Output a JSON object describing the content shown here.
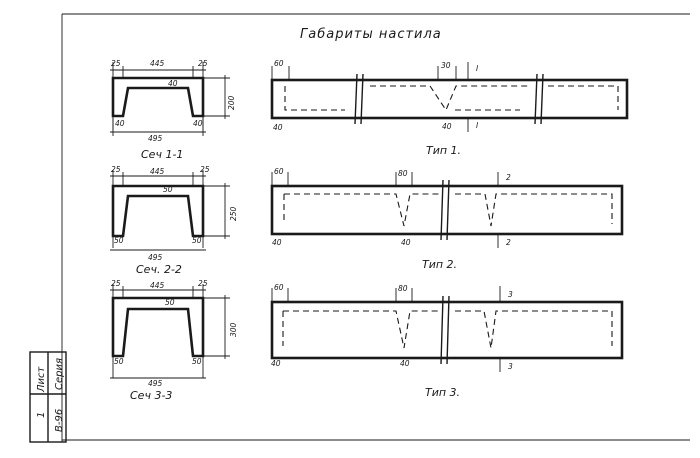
{
  "title": "Габариты настила",
  "sections": [
    {
      "caption": "Сеч 1-1",
      "top": "445",
      "left_top": "25",
      "right_top": "25",
      "inner": "40",
      "height": "200",
      "bottom_left": "40",
      "bottom_right": "40",
      "bottom": "495"
    },
    {
      "caption": "Сеч. 2-2",
      "top": "445",
      "left_top": "25",
      "right_top": "25",
      "inner": "50",
      "height": "250",
      "bottom_left": "50",
      "bottom_right": "50",
      "bottom": "495"
    },
    {
      "caption": "Сеч 3-3",
      "top": "445",
      "left_top": "25",
      "right_top": "25",
      "inner": "50",
      "height": "300",
      "bottom_left": "50",
      "bottom_right": "50",
      "bottom": "495"
    }
  ],
  "types": [
    {
      "caption": "Тип 1.",
      "left_top": "60",
      "left_bottom": "40",
      "mid_top": "30",
      "mid_bottom": "40",
      "cut": "I"
    },
    {
      "caption": "Тип 2.",
      "left_top": "60",
      "left_bottom": "40",
      "mid_top": "80",
      "mid_bottom": "40",
      "cut": "2"
    },
    {
      "caption": "Тип 3.",
      "left_top": "60",
      "left_bottom": "40",
      "mid_top": "80",
      "mid_bottom": "40",
      "cut": "3"
    }
  ],
  "stamp": {
    "label_sheet": "Лист",
    "label_series": "Серия",
    "sheet_no": "1",
    "series_no": "В-96"
  }
}
